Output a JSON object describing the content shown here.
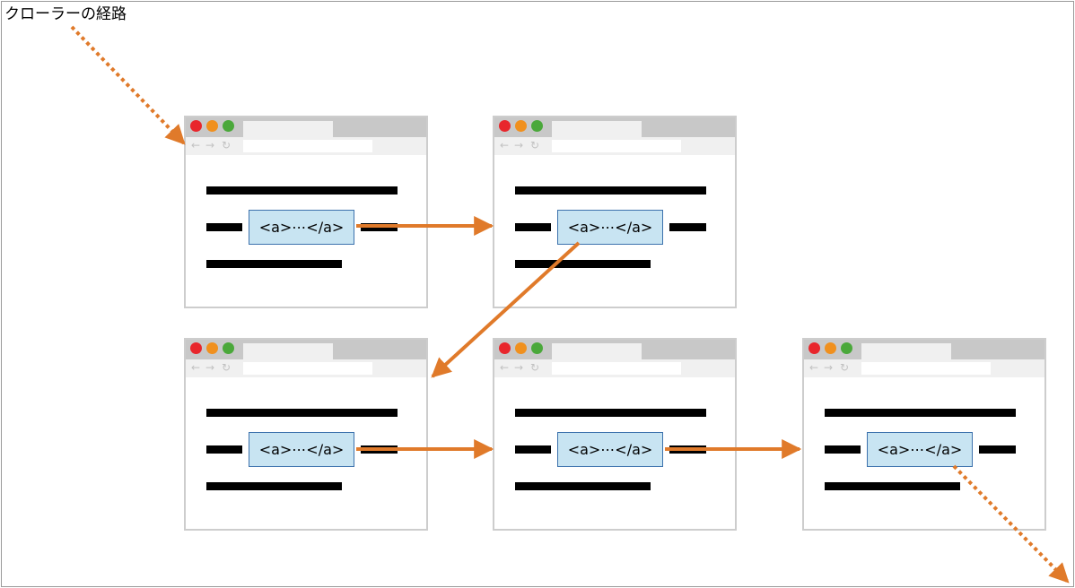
{
  "title": "クローラーの経路",
  "link_text": "<a>⋯</a>",
  "nav_icons": {
    "back": "←",
    "forward": "→",
    "reload": "↻"
  },
  "colors": {
    "arrow": "#e07a2a",
    "link_fill": "#c8e4f2",
    "link_border": "#3d72ad",
    "dot_red": "#e8262c",
    "dot_orange": "#f0901e",
    "dot_green": "#4aa83a"
  },
  "browsers": [
    {
      "id": "page-1",
      "has_link": true
    },
    {
      "id": "page-2",
      "has_link": true
    },
    {
      "id": "page-3",
      "has_link": true
    },
    {
      "id": "page-4",
      "has_link": true
    },
    {
      "id": "page-5",
      "has_link": true
    }
  ],
  "arrows": [
    {
      "id": "entry",
      "from": "start",
      "to": "page-1",
      "style": "dotted"
    },
    {
      "id": "link-1-2",
      "from": "page-1",
      "to": "page-2",
      "style": "solid"
    },
    {
      "id": "link-2-3",
      "from": "page-2",
      "to": "page-3",
      "style": "solid"
    },
    {
      "id": "link-3-4",
      "from": "page-3",
      "to": "page-4",
      "style": "solid"
    },
    {
      "id": "link-4-5",
      "from": "page-4",
      "to": "page-5",
      "style": "solid"
    },
    {
      "id": "exit",
      "from": "page-5",
      "to": "end",
      "style": "dotted"
    }
  ]
}
